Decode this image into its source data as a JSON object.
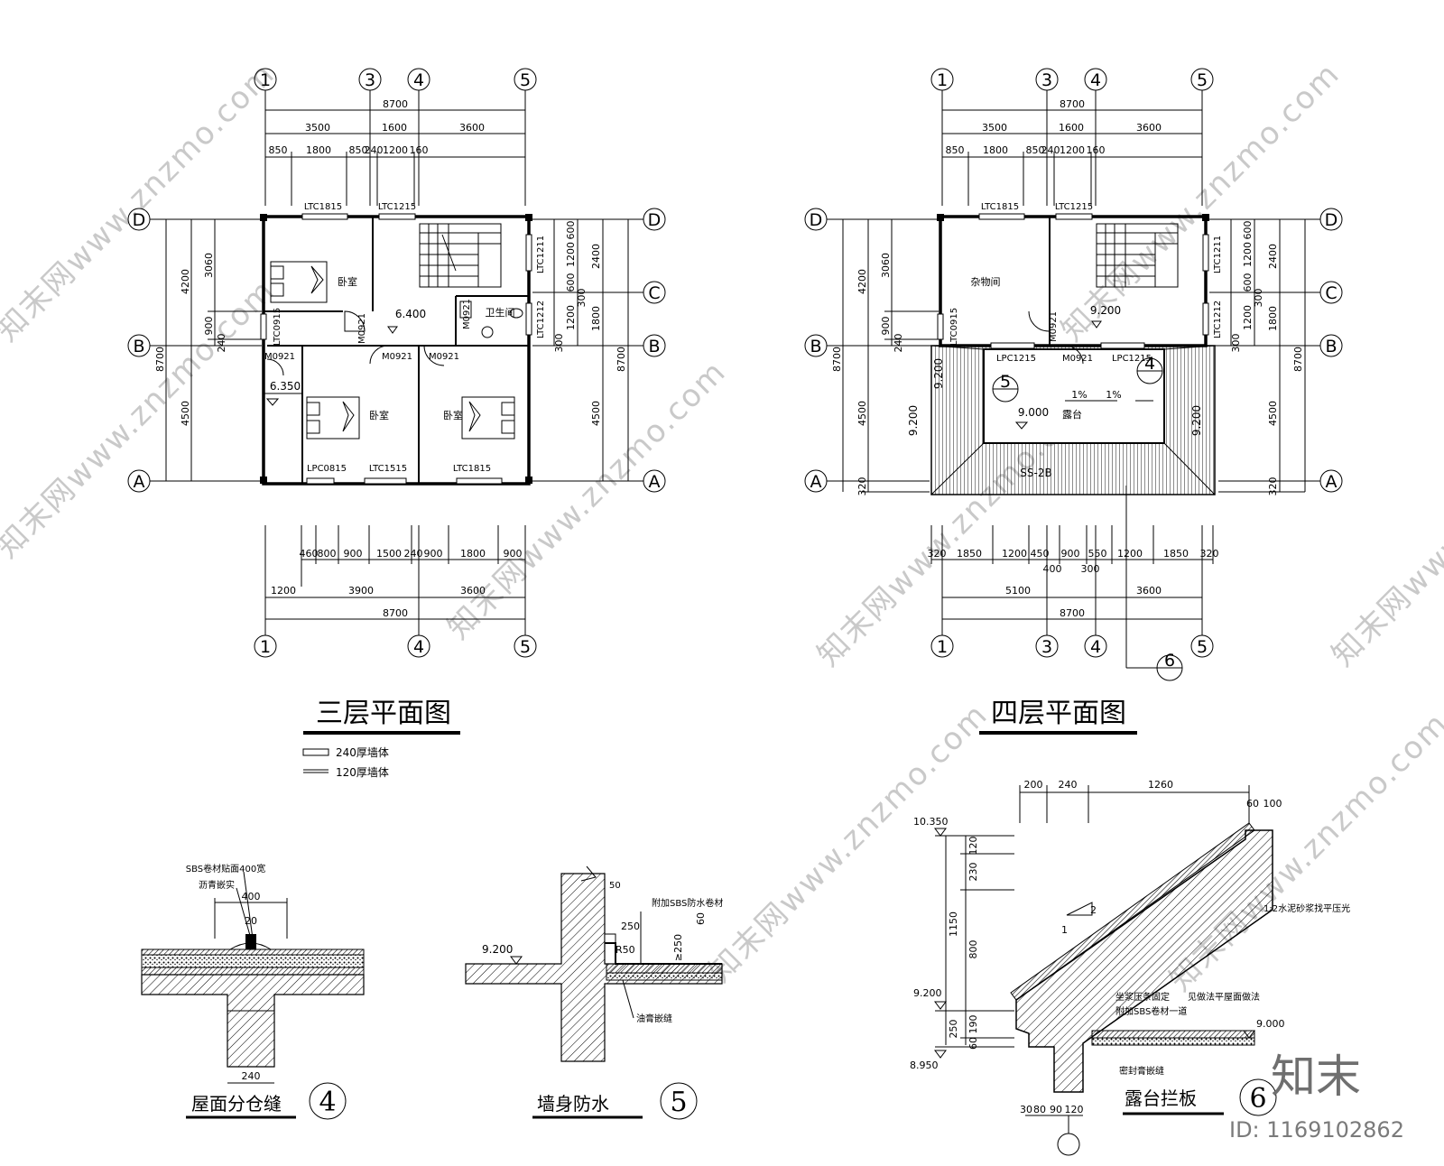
{
  "floor3": {
    "title": "三层平面图",
    "grid_top": [
      "1",
      "3",
      "4",
      "5"
    ],
    "grid_bottom": [
      "1",
      "4",
      "5"
    ],
    "grid_left": [
      "D",
      "B",
      "A"
    ],
    "grid_right": [
      "D",
      "C",
      "B",
      "A"
    ],
    "dims_top_total": "8700",
    "dims_top_mid": [
      "3500",
      "1600",
      "3600"
    ],
    "dims_top_fine": [
      "850",
      "1800",
      "850",
      "240",
      "1200",
      "160"
    ],
    "dims_bottom_fine": [
      "460",
      "800",
      "900",
      "1500",
      "240",
      "900",
      "1800",
      "900"
    ],
    "dims_bottom_mid": [
      "1200",
      "3900",
      "3600"
    ],
    "dims_bottom_total": "8700",
    "dims_left_outer": [
      "4200",
      "4500"
    ],
    "dims_left_inner": [
      "3060",
      "900",
      "240"
    ],
    "dims_left_total": "8700",
    "dims_right_inner": [
      "600",
      "1200",
      "600",
      "300",
      "1200",
      "300"
    ],
    "dims_right_outer": [
      "2400",
      "1800",
      "4500"
    ],
    "dims_right_total": "8700",
    "rooms": [
      "卧室",
      "卧室",
      "卧室",
      "卫生间"
    ],
    "windows": [
      "LTC1815",
      "LTC1215",
      "LTC1211",
      "LTC1212",
      "LTC0915",
      "LPC0815",
      "LTC1515",
      "LTC1815"
    ],
    "doors": [
      "M0921",
      "M0921",
      "M0921",
      "M0921",
      "M0921"
    ],
    "levels": [
      "6.400",
      "6.350"
    ]
  },
  "floor4": {
    "title": "四层平面图",
    "grid_top": [
      "1",
      "3",
      "4",
      "5"
    ],
    "grid_bottom": [
      "1",
      "3",
      "4",
      "5"
    ],
    "grid_left": [
      "D",
      "B",
      "A"
    ],
    "grid_right": [
      "D",
      "C",
      "B",
      "A"
    ],
    "dims_top_total": "8700",
    "dims_top_mid": [
      "3500",
      "1600",
      "3600"
    ],
    "dims_top_fine": [
      "850",
      "1800",
      "850",
      "240",
      "1200",
      "160"
    ],
    "dims_bottom_fine": [
      "320",
      "1850",
      "1200",
      "450",
      "900",
      "550",
      "1200",
      "1850",
      "320"
    ],
    "dims_bottom_extra": [
      "400",
      "300"
    ],
    "dims_bottom_mid": [
      "5100",
      "3600"
    ],
    "dims_bottom_total": "8700",
    "dims_left_outer": [
      "4200",
      "4500",
      "320"
    ],
    "dims_left_inner": [
      "3060",
      "900",
      "240"
    ],
    "dims_left_total": "8700",
    "dims_right_inner": [
      "600",
      "1200",
      "600",
      "300",
      "1200",
      "300"
    ],
    "dims_right_outer": [
      "2400",
      "1800",
      "4500",
      "320"
    ],
    "dims_right_total": "8700",
    "rooms": [
      "杂物间",
      "露台"
    ],
    "windows": [
      "LTC1815",
      "LTC1215",
      "LTC1211",
      "LTC1212",
      "LTC0915",
      "LPC1215",
      "LPC1215"
    ],
    "doors": [
      "M0921",
      "M0921"
    ],
    "levels": [
      "9.200",
      "9.000",
      "9.200",
      "9.200",
      "9.200"
    ],
    "slopes": [
      "1%",
      "1%"
    ],
    "detail_refs": [
      "5",
      "4",
      "6"
    ],
    "roof_label": "SS-2B"
  },
  "legend": {
    "items": [
      "240厚墙体",
      "120厚墙体"
    ]
  },
  "detail4": {
    "title": "屋面分仓缝",
    "number": "4",
    "notes": [
      "SBS卷材贴面400宽",
      "沥青嵌实"
    ],
    "dims": [
      "400",
      "20",
      "240"
    ]
  },
  "detail5": {
    "title": "墙身防水",
    "number": "5",
    "notes": [
      "附加SBS防水卷材",
      "油膏嵌缝"
    ],
    "dims": [
      "50",
      "250",
      "R50",
      "≥250",
      "60"
    ],
    "level": "9.200"
  },
  "detail6": {
    "title": "露台拦板",
    "number": "6",
    "dims_top": [
      "200",
      "240",
      "1260"
    ],
    "dims_right_top": [
      "60",
      "100"
    ],
    "dims_left": [
      "120",
      "230",
      "800",
      "1150",
      "190",
      "60",
      "250"
    ],
    "dims_bottom": [
      "30",
      "80",
      "90",
      "120"
    ],
    "levels": [
      "10.350",
      "9.200",
      "8.950",
      "9.000"
    ],
    "slope": [
      "1",
      "2"
    ],
    "notes": [
      "1:2水泥砂浆找平压光",
      "坐浆压条固定",
      "附加SBS卷材一道",
      "见做法平屋面做法",
      "密封膏嵌缝"
    ]
  },
  "watermark": {
    "text": "知末网www.znzmo.com",
    "brand": "知末",
    "id": "ID: 1169102862"
  }
}
